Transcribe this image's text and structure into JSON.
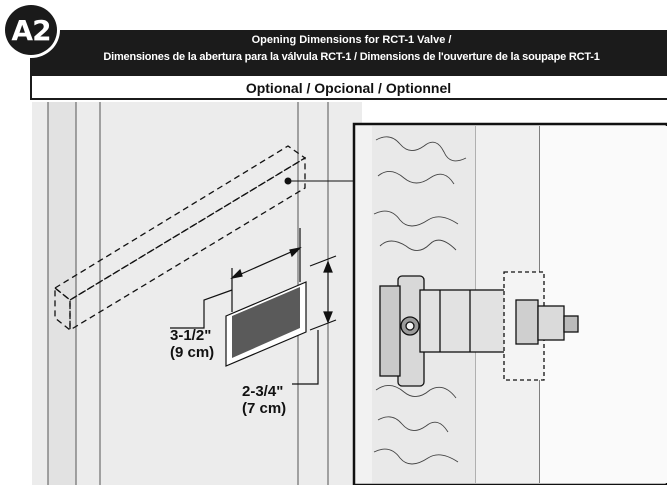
{
  "badge": "A2",
  "header": {
    "title_line1": "Opening Dimensions for RCT-1 Valve /",
    "title_line2": "Dimensiones de la abertura para la válvula RCT-1 / Dimensions de l'ouverture de la soupape RCT-1",
    "subtitle": "Optional / Opcional / Optionnel"
  },
  "dimensions": {
    "height_imperial": "3-1/2\"",
    "height_metric": "(9 cm)",
    "width_imperial": "2-3/4\"",
    "width_metric": "(7 cm)"
  },
  "colors": {
    "header_bg": "#1b1b1b",
    "wall": "#ebebeb",
    "stud": "#d9d9d9",
    "valve": "#e4e4e4"
  }
}
